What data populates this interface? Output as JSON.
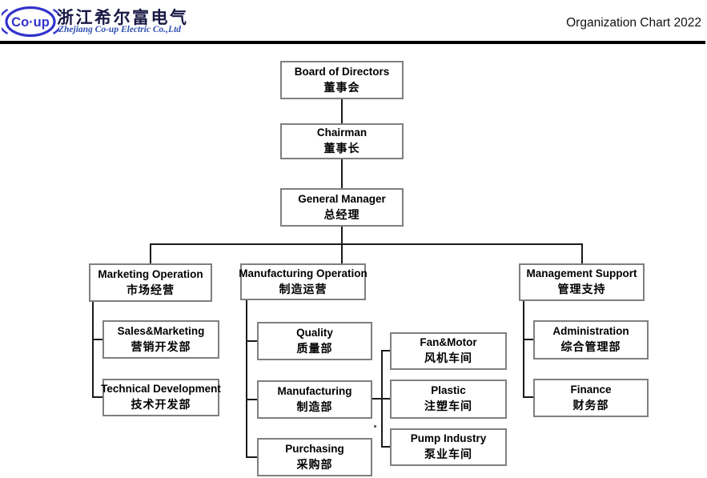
{
  "header": {
    "logo_mark": "Co·up",
    "company_name_zh": "浙江希尔富电气",
    "company_name_en": "Zhejiang Co-up Electric Co.,Ltd",
    "title": "Organization Chart 2022"
  },
  "colors": {
    "brand_blue": "#3333cc",
    "company_navy": "#181845",
    "subtitle_blue": "#2f4fb2",
    "box_border": "#7f7f7f",
    "connector": "#1a1a1a",
    "text": "#000000"
  },
  "org": {
    "nodes": {
      "board": {
        "en": "Board of Directors",
        "zh": "董事会"
      },
      "chairman": {
        "en": "Chairman",
        "zh": "董事长"
      },
      "general_manager": {
        "en": "General Manager",
        "zh": "总经理"
      },
      "marketing_operation": {
        "en": "Marketing Operation",
        "zh": "市场经营"
      },
      "manufacturing_operation": {
        "en": "Manufacturing Operation",
        "zh": "制造运营"
      },
      "management_support": {
        "en": "Management Support",
        "zh": "管理支持"
      },
      "sales_marketing": {
        "en": "Sales&Marketing",
        "zh": "营销开发部"
      },
      "technical_development": {
        "en": "Technical Development",
        "zh": "技术开发部"
      },
      "quality": {
        "en": "Quality",
        "zh": "质量部"
      },
      "manufacturing": {
        "en": "Manufacturing",
        "zh": "制造部"
      },
      "purchasing": {
        "en": "Purchasing",
        "zh": "采购部"
      },
      "fan_motor": {
        "en": "Fan&Motor",
        "zh": "风机车间"
      },
      "plastic": {
        "en": "Plastic",
        "zh": "注塑车间"
      },
      "pump_industry": {
        "en": "Pump Industry",
        "zh": "泵业车间"
      },
      "administration": {
        "en": "Administration",
        "zh": "综合管理部"
      },
      "finance": {
        "en": "Finance",
        "zh": "财务部"
      }
    },
    "edges": [
      [
        "board",
        "chairman"
      ],
      [
        "chairman",
        "general_manager"
      ],
      [
        "general_manager",
        "marketing_operation"
      ],
      [
        "general_manager",
        "manufacturing_operation"
      ],
      [
        "general_manager",
        "management_support"
      ],
      [
        "marketing_operation",
        "sales_marketing"
      ],
      [
        "marketing_operation",
        "technical_development"
      ],
      [
        "manufacturing_operation",
        "quality"
      ],
      [
        "manufacturing_operation",
        "manufacturing"
      ],
      [
        "manufacturing_operation",
        "purchasing"
      ],
      [
        "manufacturing",
        "fan_motor"
      ],
      [
        "manufacturing",
        "plastic"
      ],
      [
        "manufacturing",
        "pump_industry"
      ],
      [
        "management_support",
        "administration"
      ],
      [
        "management_support",
        "finance"
      ]
    ]
  }
}
